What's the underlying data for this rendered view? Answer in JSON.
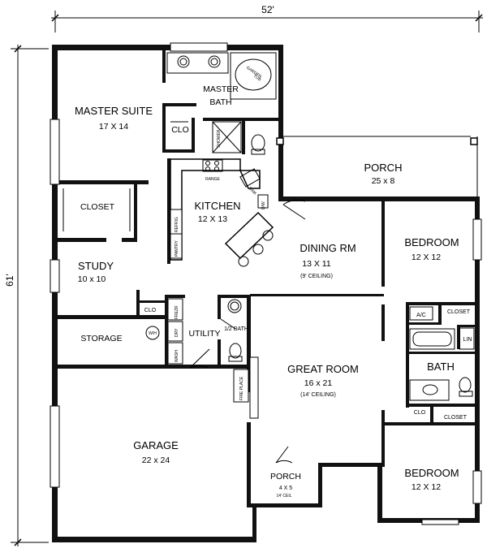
{
  "dimensions": {
    "width": "52'",
    "depth": "61'"
  },
  "rooms": {
    "master_suite": {
      "name": "MASTER SUITE",
      "size": "17 X 14"
    },
    "master_bath": {
      "name_line1": "MASTER",
      "name_line2": "BATH"
    },
    "porch_rear": {
      "name": "PORCH",
      "size": "25 x 8"
    },
    "kitchen": {
      "name": "KITCHEN",
      "size": "12 X 13"
    },
    "closet_master": {
      "name": "CLOSET"
    },
    "dining": {
      "name": "DINING RM",
      "size": "13 X 11",
      "note": "(9' CEILING)"
    },
    "bedroom_1": {
      "name": "BEDROOM",
      "size": "12 X 12"
    },
    "study": {
      "name": "STUDY",
      "size": "10 x 10"
    },
    "storage": {
      "name": "STORAGE"
    },
    "utility": {
      "name": "UTILITY"
    },
    "half_bath": {
      "name": "1/2 BATH"
    },
    "great_room": {
      "name": "GREAT ROOM",
      "size": "16 x 21",
      "note": "(14' CEILING)"
    },
    "bath": {
      "name": "BATH"
    },
    "garage": {
      "name": "GARAGE",
      "size": "22 x 24"
    },
    "porch_front": {
      "name": "PORCH",
      "size": "4 X 5",
      "note": "14' CEIL"
    },
    "bedroom_2": {
      "name": "BEDROOM",
      "size": "12 X 12"
    }
  },
  "fixtures": {
    "clo_master": "CLO",
    "shower": "SHOWER",
    "garden_tub_1": "GARDEN",
    "garden_tub_2": "TUB",
    "range": "RANGE",
    "sink": "SINK",
    "dw": "D/W",
    "pantry": "PANTRY",
    "refrig": "REFRIG",
    "clo_study": "CLO",
    "freezer": "FREZR",
    "dryer": "DRY",
    "wash": "WASH",
    "wh": "W/H",
    "fireplace": "FIRE PLACE",
    "ac": "A/C",
    "closet_bed1": "CLOSET",
    "lin": "LIN",
    "clo_bath": "CLO",
    "closet_bed2": "CLOSET"
  }
}
